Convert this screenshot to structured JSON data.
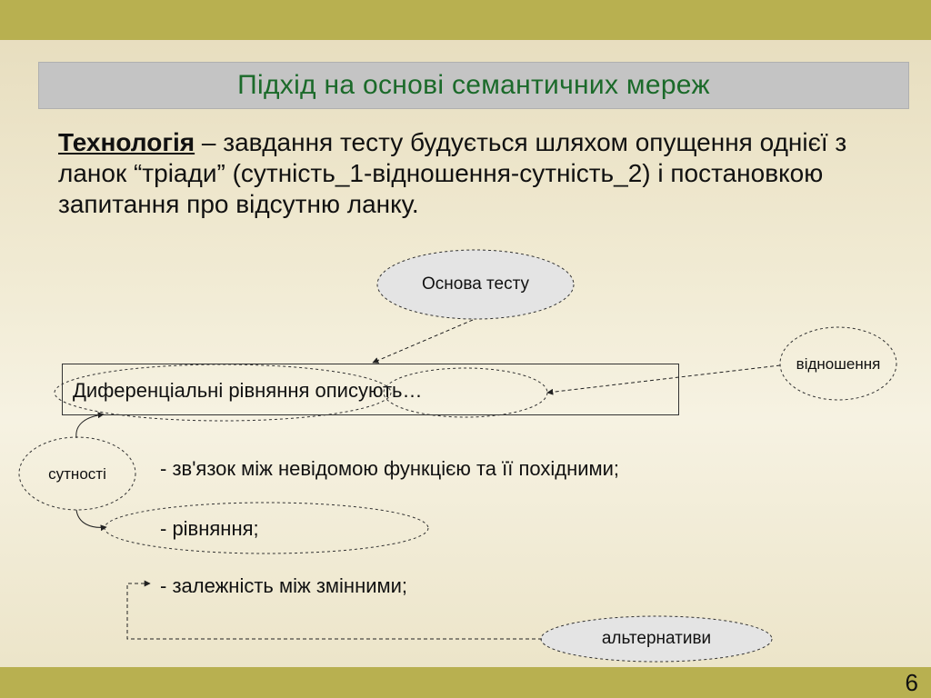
{
  "slide": {
    "title": "Підхід на основі семантичних мереж",
    "intro_term": "Технологія",
    "intro_rest": " – завдання тесту будується шляхом опущення однієї з ланок “тріади” (сутність_1-відношення-сутність_2) і постановкою запитання про відсутню ланку.",
    "page_number": "6"
  },
  "diagram": {
    "main_text": "Диференціальні рівняння описують…",
    "nodes": {
      "basis": "Основа тесту",
      "relation": "відношення",
      "entities": "сутності",
      "alternatives": "альтернативи"
    },
    "items": [
      "- зв'язок між невідомою функцією та її похідними;",
      "- рівняння;",
      "- залежність між змінними;"
    ]
  },
  "colors": {
    "band": "#b8b050",
    "title_bar": "#c4c4c4",
    "title_text": "#1b6a2a",
    "shaded_node": "#e4e4e4"
  }
}
